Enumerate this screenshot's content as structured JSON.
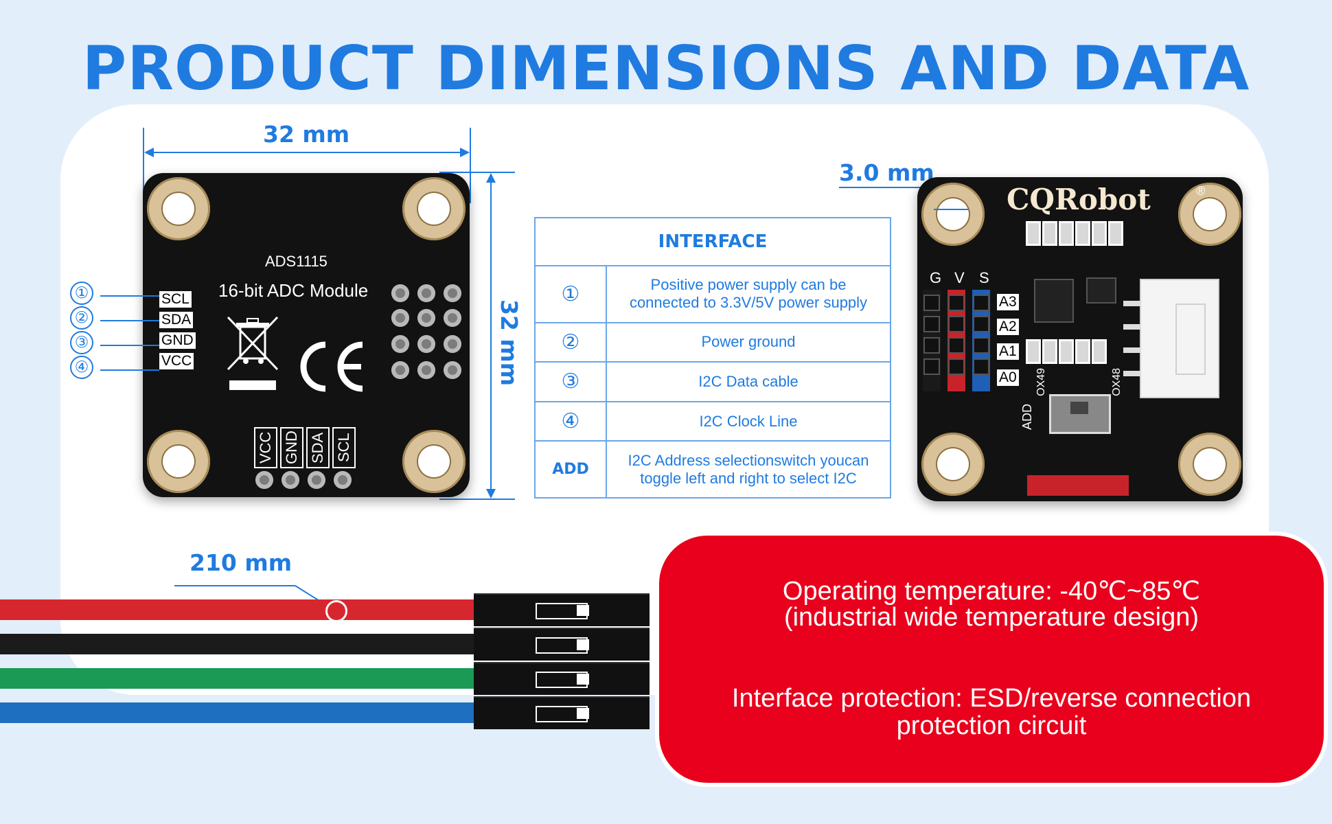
{
  "title": "PRODUCT DIMENSIONS AND DATA",
  "dimensions": {
    "width": "32 mm",
    "height": "32 mm",
    "hole": "3.0 mm",
    "cable": "210 mm"
  },
  "board_back": {
    "chip": "ADS1115",
    "module": "16-bit ADC Module",
    "side_pins": [
      "SCL",
      "SDA",
      "GND",
      "VCC"
    ],
    "side_numbers": [
      "①",
      "②",
      "③",
      "④"
    ],
    "bottom_pins": [
      "VCC",
      "GND",
      "SDA",
      "SCL"
    ],
    "ce_mark": "CE"
  },
  "board_front": {
    "brand": "CQRobot",
    "registered": "®",
    "gvs": [
      "G",
      "V",
      "S"
    ],
    "channels": [
      "A3",
      "A2",
      "A1",
      "A0"
    ],
    "addr_labels": [
      "ADD",
      "OX49",
      "OX48"
    ]
  },
  "interface_table": {
    "header": "INTERFACE",
    "rows": [
      {
        "key": "①",
        "desc_line1": "Positive power supply can be",
        "desc_line2": "connected to 3.3V/5V power supply"
      },
      {
        "key": "②",
        "desc_line1": "Power ground",
        "desc_line2": ""
      },
      {
        "key": "③",
        "desc_line1": "I2C Data cable",
        "desc_line2": ""
      },
      {
        "key": "④",
        "desc_line1": "I2C Clock Line",
        "desc_line2": ""
      },
      {
        "key": "ADD",
        "desc_line1": "I2C Address selectionswitch youcan",
        "desc_line2": "toggle left and right to select I2C"
      }
    ]
  },
  "specs": {
    "temp_line1": "Operating temperature: -40℃~85℃",
    "temp_line2": "(industrial wide temperature design)",
    "protect_line1": "Interface protection: ESD/reverse connection",
    "protect_line2": "protection circuit"
  },
  "colors": {
    "accent": "#1f7be0",
    "spec_panel": "#e8001c",
    "wire_red": "#d7272e",
    "wire_black": "#1b1b1b",
    "wire_green": "#1a9a55",
    "wire_blue": "#1f6fc0"
  }
}
